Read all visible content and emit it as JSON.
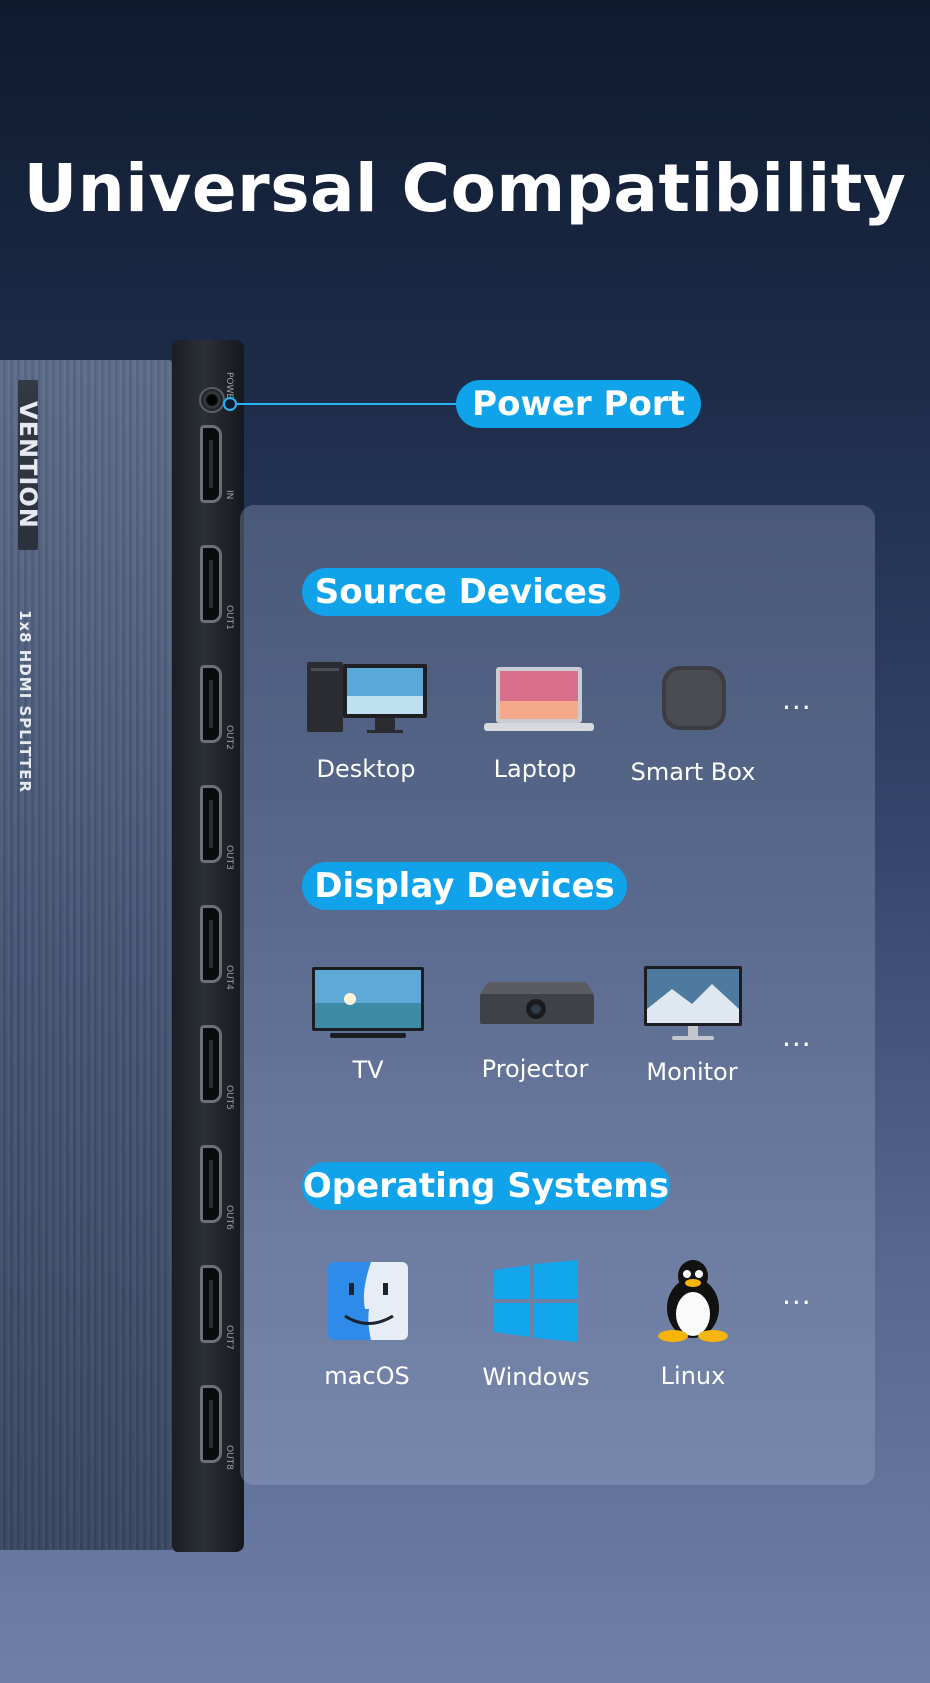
{
  "title": "Universal Compatibility",
  "device": {
    "brand": "VENTION",
    "model": "1x8 HDMI SPLITTER",
    "power_label": "POWER",
    "ports": [
      "IN",
      "OUT1",
      "OUT2",
      "OUT3",
      "OUT4",
      "OUT5",
      "OUT6",
      "OUT7",
      "OUT8"
    ]
  },
  "callout": {
    "label": "Power Port"
  },
  "sections": [
    {
      "heading": "Source Devices",
      "items": [
        {
          "label": "Desktop",
          "icon": "desktop-icon"
        },
        {
          "label": "Laptop",
          "icon": "laptop-icon"
        },
        {
          "label": "Smart Box",
          "icon": "smart-box-icon"
        }
      ],
      "more": "..."
    },
    {
      "heading": "Display Devices",
      "items": [
        {
          "label": "TV",
          "icon": "tv-icon"
        },
        {
          "label": "Projector",
          "icon": "projector-icon"
        },
        {
          "label": "Monitor",
          "icon": "monitor-icon"
        }
      ],
      "more": "..."
    },
    {
      "heading": "Operating Systems",
      "items": [
        {
          "label": "macOS",
          "icon": "macos-icon"
        },
        {
          "label": "Windows",
          "icon": "windows-icon"
        },
        {
          "label": "Linux",
          "icon": "linux-icon"
        }
      ],
      "more": "..."
    }
  ],
  "colors": {
    "accent": "#10a3ea",
    "title": "#ffffff"
  }
}
